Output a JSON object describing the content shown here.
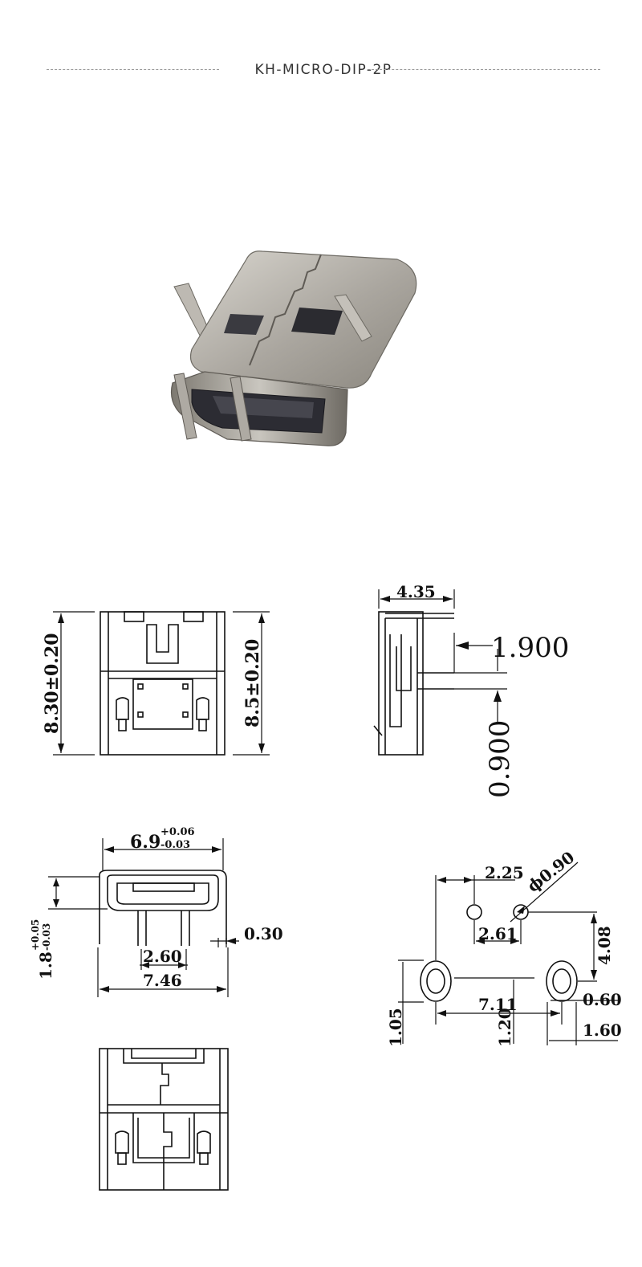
{
  "header": {
    "title": "KH-MICRO-DIP-2P"
  },
  "colors": {
    "line": "#111111",
    "metal": "#b7b4ad",
    "metal_dark": "#6f6b64",
    "insulator": "#2b2b31",
    "header_rule": "#9a9a9a"
  },
  "front_view": {
    "dim_left": "8.30±0.20",
    "dim_right": "8.5±0.20"
  },
  "side_view": {
    "dim_top": "4.35",
    "dim_step": "1.900",
    "dim_thickness": "0.900"
  },
  "end_view": {
    "dim_width": "6.9",
    "tol_plus": "+0.06",
    "tol_minus": "-0.03",
    "dim_height": "1.8",
    "dim_height_tol_plus": "+0.05",
    "dim_height_tol_minus": "-0.03",
    "dim_pin": "0.30",
    "dim_pitch": "2.60",
    "dim_total": "7.46"
  },
  "footprint": {
    "dim_hole_offset": "2.25",
    "dim_hole_dia": "ϕ0.90",
    "dim_hole_pitch": "2.61",
    "dim_vertical": "4.08",
    "dim_slot_w": "0.60",
    "dim_slot_pitch": "7.11",
    "dim_slot_len": "1.60",
    "dim_slot_h1": "1.05",
    "dim_slot_h2": "1.20"
  }
}
